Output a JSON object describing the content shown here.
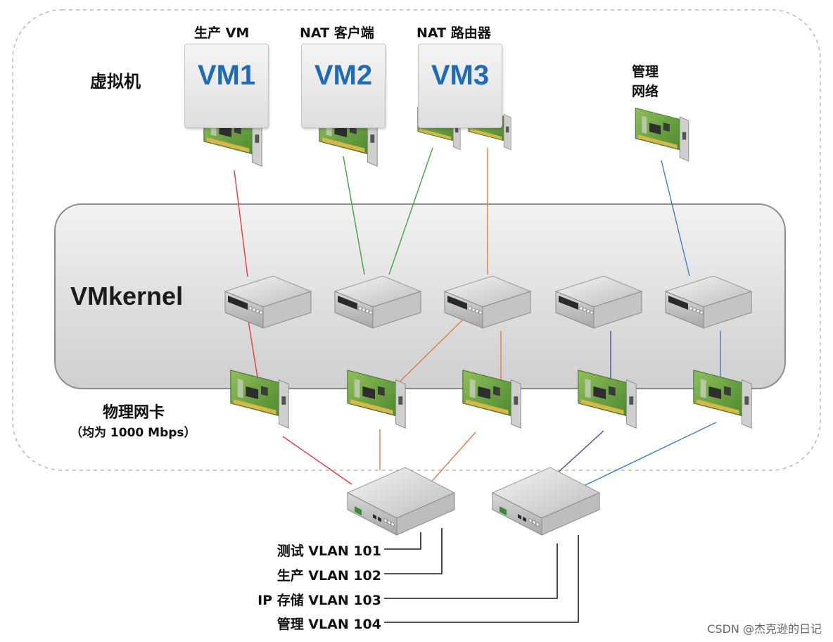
{
  "virtual_machines_label": "虚拟机",
  "vms": [
    {
      "caption": "生产 VM",
      "name": "VM1"
    },
    {
      "caption": "NAT 客户端",
      "name": "VM2"
    },
    {
      "caption": "NAT 路由器",
      "name": "VM3"
    }
  ],
  "management_network_label": "管理\n网络",
  "vmkernel_label": "VMkernel",
  "physical_nic_label": "物理网卡",
  "physical_nic_note": "（均为 1000 Mbps）",
  "vlans": [
    "测试 VLAN 101",
    "生产 VLAN 102",
    "IP 存储 VLAN 103",
    "管理 VLAN 104"
  ],
  "link_colors": {
    "production": "#e8393c",
    "nat": "#3aa83a",
    "storage": "#e07b3c",
    "vmotion": "#4a4aa8",
    "management": "#3a7fc8"
  },
  "accent_color": "#1e6bb8",
  "watermark": "CSDN @杰克逊的日记"
}
